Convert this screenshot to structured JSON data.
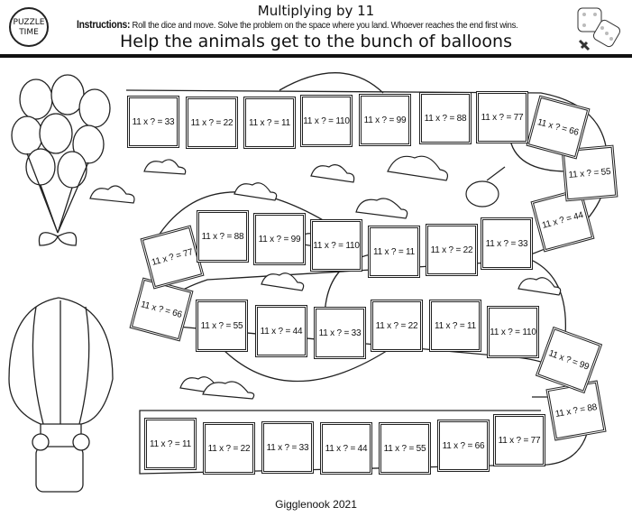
{
  "header": {
    "title": "Multiplying by 11",
    "instructions_label": "Instructions:",
    "instructions_text": "Roll the dice and move. Solve the problem on the space where you land. Whoever reaches the end first wins.",
    "subtitle": "Help the animals get to the bunch of balloons",
    "logo_text": "PUZZLE TIME"
  },
  "board": {
    "cells": [
      "11 x ? = 11",
      "11 x ? = 22",
      "11 x ? = 33",
      "11 x ? = 44",
      "11 x ? = 55",
      "11 x ? = 66",
      "11 x ? = 77",
      "11 x ? = 88",
      "11 x ? = 99",
      "11 x ? = 110",
      "11 x ? = 11",
      "11 x ? = 22",
      "11 x ? = 33",
      "11 x ? = 44",
      "11 x ? = 55",
      "11 x ? = 66",
      "11 x ? = 77",
      "11 x ? = 88",
      "11 x ? = 99",
      "11 x ? = 110",
      "11 x ? = 11",
      "11 x ? = 22",
      "11 x ? = 33",
      "11 x ? = 44",
      "11 x ? = 55",
      "11 x ? = 66",
      "11 x ? = 77",
      "11 x ? = 88",
      "11 x ? = 99",
      "11 x ? = 110",
      "11 x ? = 11",
      "11 x ? = 22",
      "11 x ? = 33"
    ]
  },
  "footer": {
    "credit": "Gigglenook 2021"
  }
}
